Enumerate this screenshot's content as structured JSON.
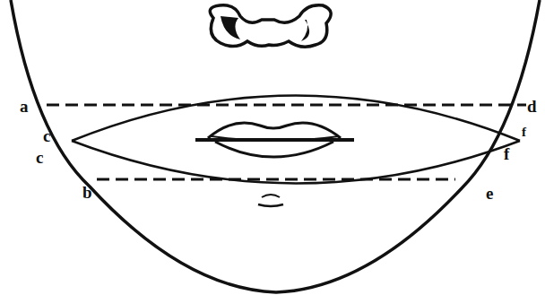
{
  "diagram": {
    "labels": [
      "a",
      "c",
      "c",
      "b",
      "d",
      "f",
      "f",
      "e"
    ]
  }
}
